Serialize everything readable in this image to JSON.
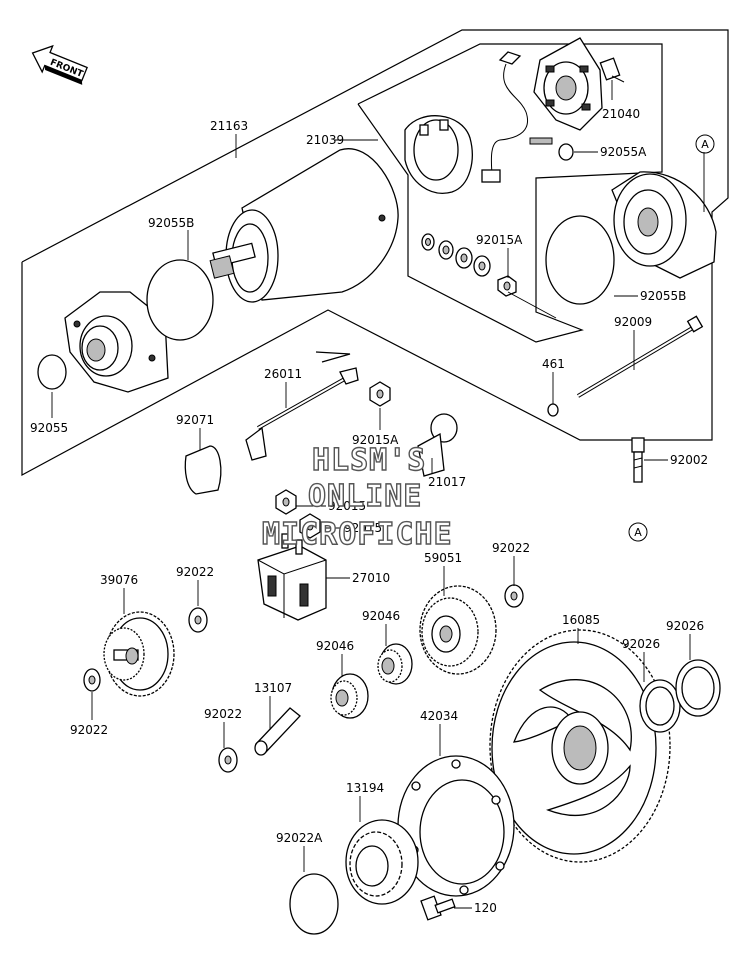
{
  "diagram": {
    "front_label": "FRONT",
    "callout_a": "A",
    "watermark": [
      "HLSM'S",
      "ONLINE",
      "MICROFICHE"
    ],
    "parts": [
      "21163",
      "21039",
      "21040",
      "92055A",
      "92055B",
      "92015A",
      "92055B",
      "92009",
      "461",
      "92055",
      "26011",
      "92071",
      "92015A",
      "21017",
      "92002",
      "92015",
      "92015",
      "27010",
      "59051",
      "92022",
      "39076",
      "92022",
      "92046",
      "92046",
      "16085",
      "92026",
      "92026",
      "13107",
      "92022",
      "92022",
      "42034",
      "13194",
      "92022A",
      "120"
    ]
  }
}
